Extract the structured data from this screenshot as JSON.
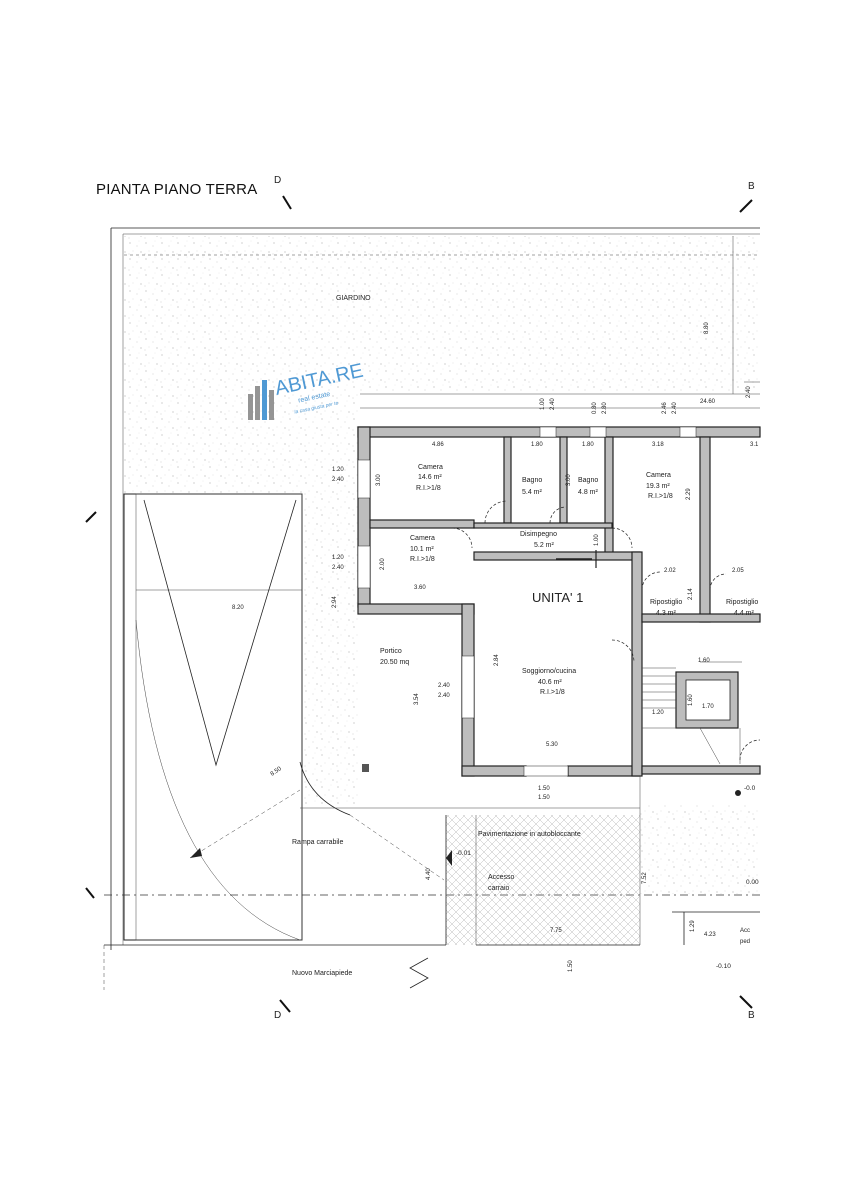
{
  "sheet": {
    "title": "PIANTA PIANO TERRA",
    "section_markers": {
      "top_left": "D",
      "top_right": "B",
      "bottom_left": "D",
      "bottom_right": "B"
    }
  },
  "logo": {
    "brand": "ABITA.RE",
    "tagline": "real estate",
    "slogan": "la casa giusta per te"
  },
  "unit": {
    "name": "UNITA' 1"
  },
  "rooms": {
    "camera1": {
      "name": "Camera",
      "area": "14.6 m²",
      "ratio": "R.I.>1/8"
    },
    "bagno1": {
      "name": "Bagno",
      "area": "5.4 m²"
    },
    "bagno2": {
      "name": "Bagno",
      "area": "4.8 m²"
    },
    "camera2": {
      "name": "Camera",
      "area": "19.3 m²",
      "ratio": "R.I.>1/8"
    },
    "camera3": {
      "name": "Camera",
      "area": "10.1 m²",
      "ratio": "R.I.>1/8"
    },
    "disimpegno": {
      "name": "Disimpegno",
      "area": "5.2 m²"
    },
    "soggiorno": {
      "name": "Soggiorno/cucina",
      "area": "40.6 m²",
      "ratio": "R.I.>1/8"
    },
    "ripostiglio1": {
      "name": "Ripostiglio",
      "area": "4.3 m²"
    },
    "ripostiglio2": {
      "name": "Ripostiglio",
      "area": "4.4 m²"
    },
    "portico": {
      "name": "Portico",
      "area": "20.50 mq"
    }
  },
  "labels": {
    "giardino": "GIARDINO",
    "rampa": "Rampa carrabile",
    "pavimentazione": "Pavimentazione in autobloccante",
    "accesso_line1": "Accesso",
    "accesso_line2": "carraio",
    "marciapiede": "Nuovo Marciapiede",
    "accesso_right_1": "Acc",
    "accesso_right_2": "ped"
  },
  "levels": {
    "l1": "-0.01",
    "l2": "-0.0",
    "l3": "0.00",
    "l4": "-0.10"
  },
  "dims": {
    "d_2460": "24.60",
    "d_880": "8.80",
    "d_486": "4.86",
    "d_180a": "1.80",
    "d_180b": "1.80",
    "d_318": "3.18",
    "d_31": "3.1",
    "d_300a": "3.00",
    "d_300b": "3.00",
    "d_229": "2.29",
    "d_120a": "1.20",
    "d_240a": "2.40",
    "d_120b": "1.20",
    "d_240b": "2.40",
    "d_200": "2.00",
    "d_360": "3.60",
    "d_294": "2.94",
    "d_100": "1.00",
    "d_202": "2.02",
    "d_214": "2.14",
    "d_205": "2.05",
    "d_284": "2.84",
    "d_240c": "2.40",
    "d_240d": "2.40",
    "d_354": "3.54",
    "d_530": "5.30",
    "d_160": "1.60",
    "d_160v": "1.60",
    "d_170": "1.70",
    "d_120c": "1.20",
    "d_150a": "1.50",
    "d_150b": "1.50",
    "d_820": "8.20",
    "d_850": "8.50",
    "d_440": "4.40",
    "d_752": "7.52",
    "d_775": "7.75",
    "d_150c": "1.50",
    "d_129": "1.29",
    "d_423": "4.23",
    "d_100b": "1.00",
    "d_240e": "2.40",
    "d_240f": "2.40",
    "d_080": "0.80",
    "d_280": "2.80",
    "d_246": "2.46",
    "d_240g": "2.40"
  },
  "colors": {
    "wall": "#bdbdbd",
    "line": "#222222",
    "logo_blue": "#3d8fd0",
    "logo_grey": "#8a8a8a"
  }
}
